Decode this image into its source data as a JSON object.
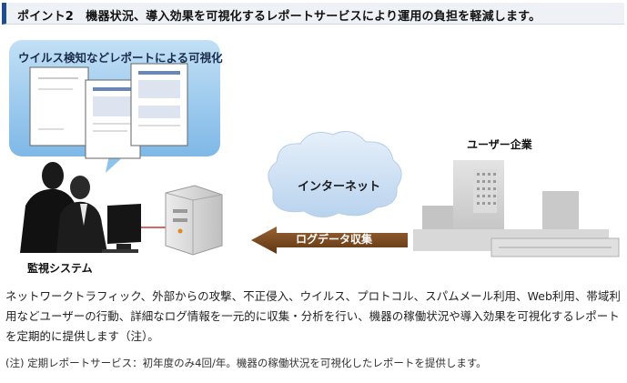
{
  "header": {
    "title": "ポイント2　機器状況、導入効果を可視化するレポートサービスにより運用の負担を軽減します。"
  },
  "diagram": {
    "bubble_label": "ウイルス検知などレポートによる可視化",
    "monitor_label": "監視システム",
    "company_label": "ユーザー企業",
    "internet_label": "インターネット",
    "arrow_label": "ログデータ収集",
    "icons": [
      "report-document-icon",
      "operator-people-icon",
      "computer-monitor-icon",
      "server-icon",
      "cloud-icon",
      "building-icon",
      "arrow-left-icon"
    ],
    "colors": {
      "header_bar": "#1f4e8c",
      "bubble": "#8ec3ea",
      "cloud": "#d2e4f5",
      "arrow": "#7a4a1c",
      "building": "#d3d3d3"
    }
  },
  "body": {
    "description": "ネットワークトラフィック、外部からの攻撃、不正侵入、ウイルス、プロトコル、スパムメール利用、Web利用、帯域利用などユーザーの行動、詳細なログ情報を一元的に収集・分析を行い、機器の稼働状況や導入効果を可視化するレポートを定期的に提供します（注）。",
    "note": "(注) 定期レポートサービス：初年度のみ4回/年。機器の稼働状況を可視化したレポートを提供します。"
  }
}
